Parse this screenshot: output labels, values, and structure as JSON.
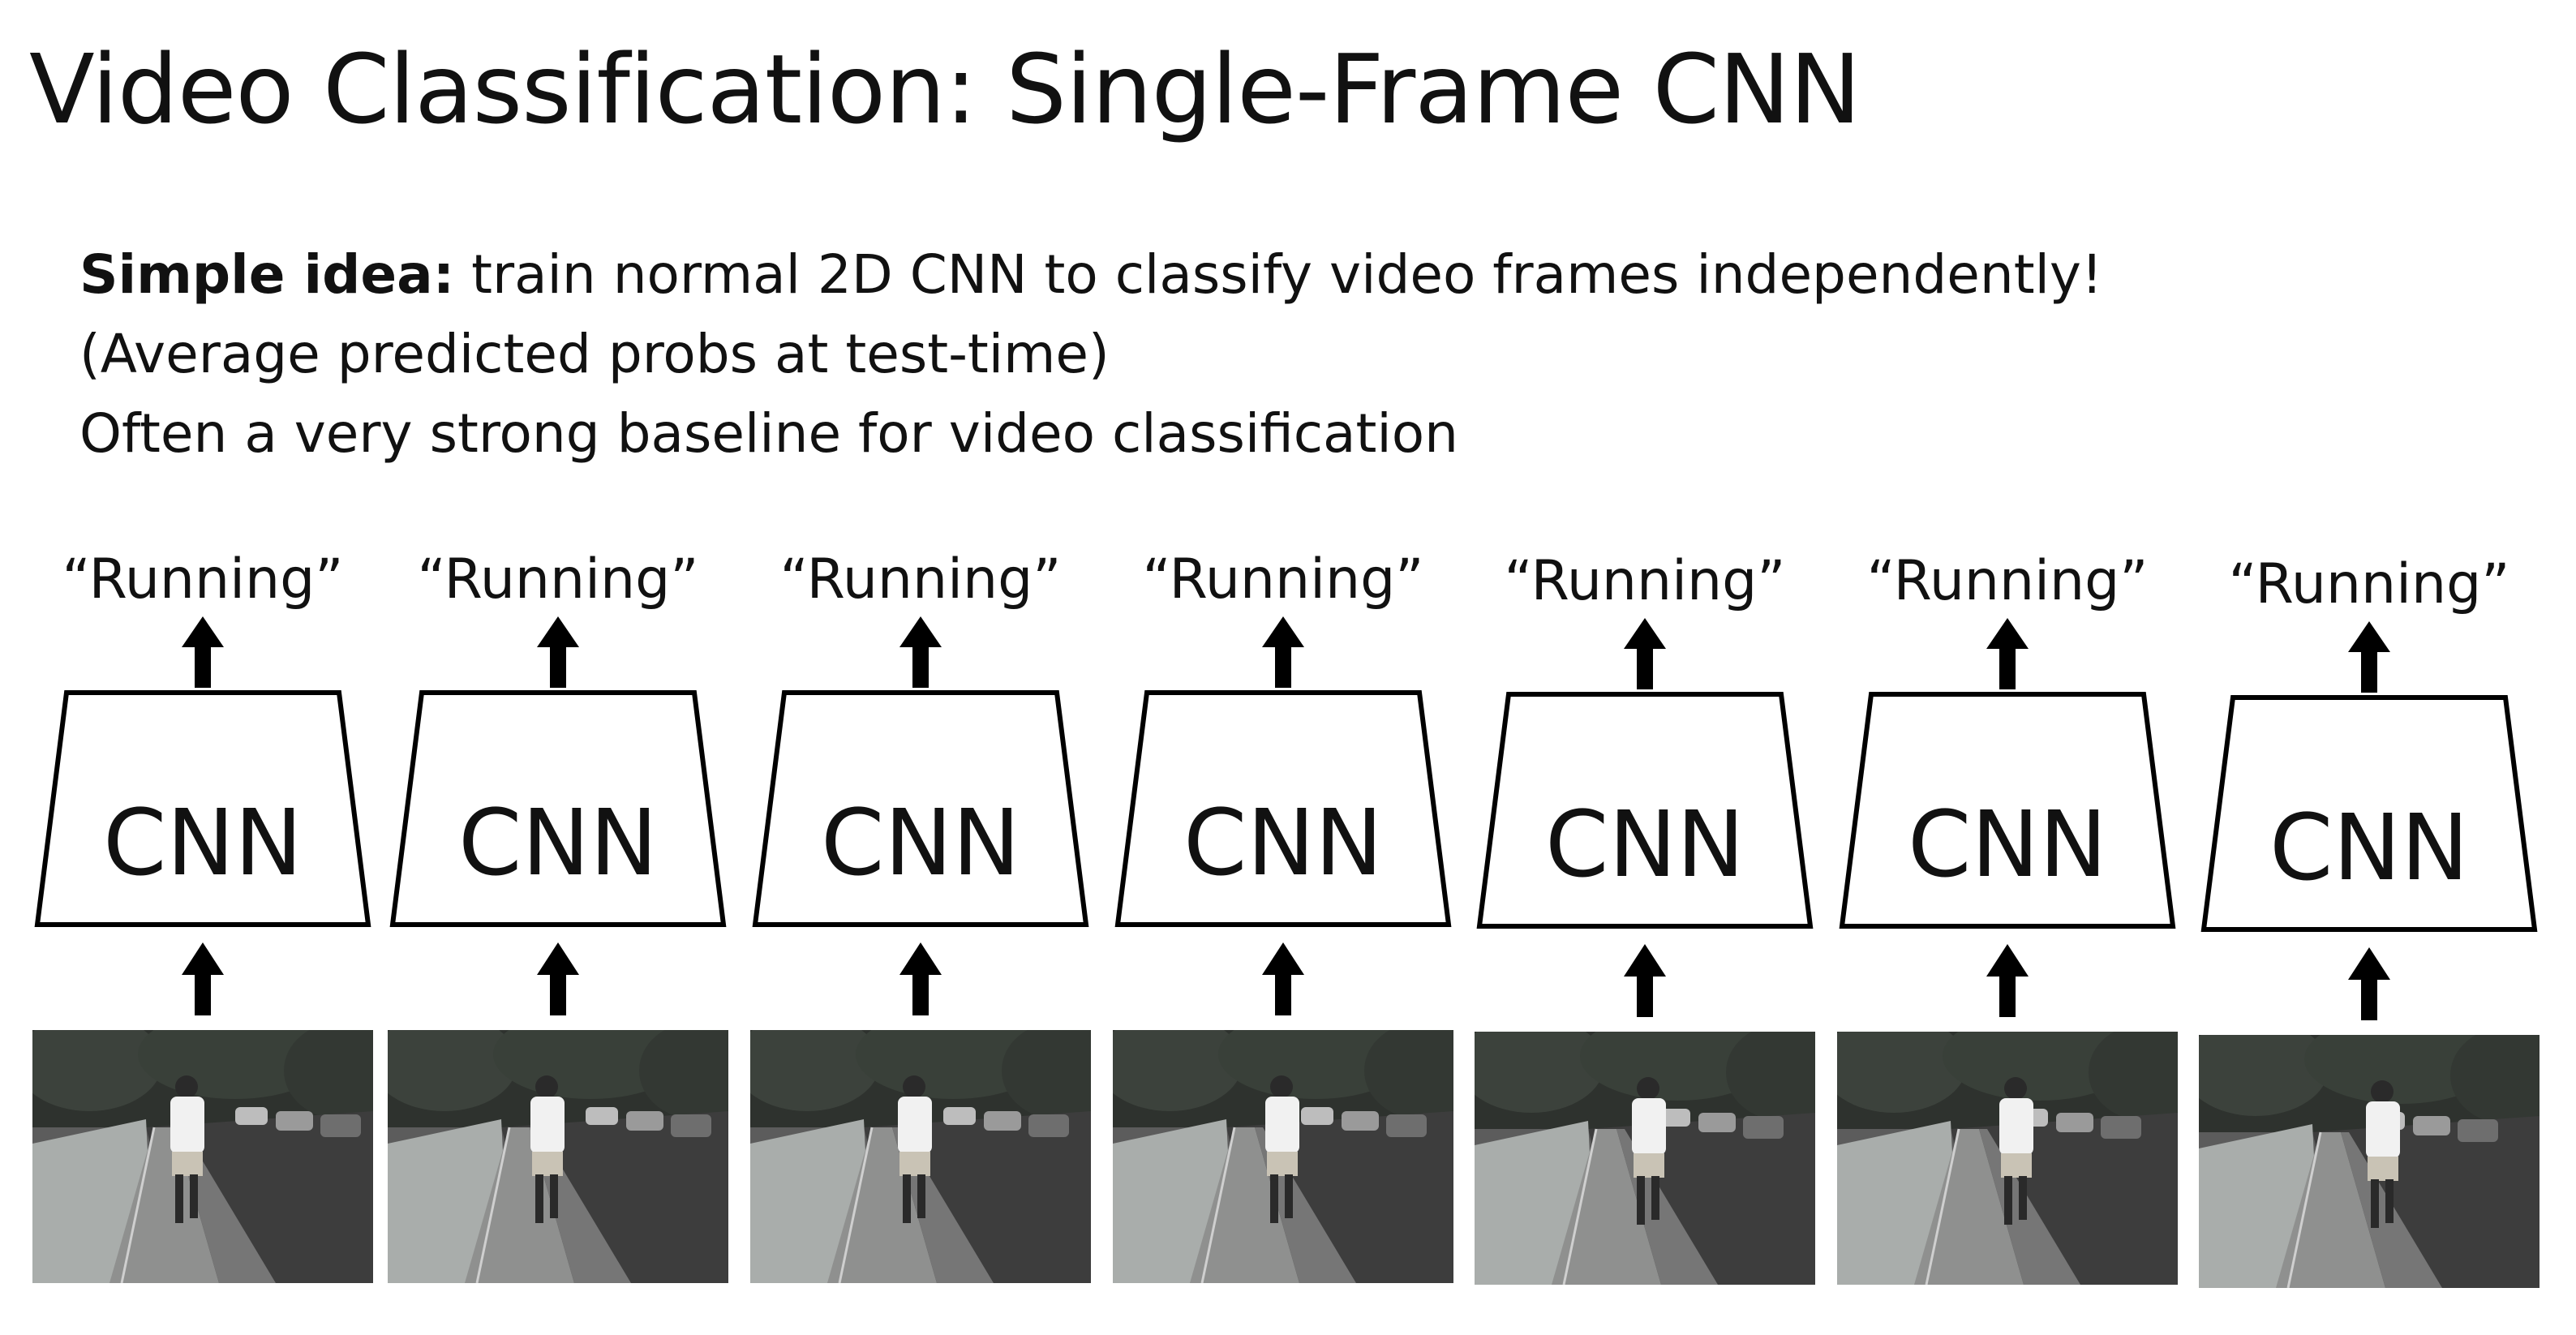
{
  "title": "Video Classification: Single-Frame CNN",
  "bullets": {
    "line1_bold": "Simple idea:",
    "line1_rest": " train normal 2D CNN to classify video frames independently!",
    "line2": "(Average predicted probs at test-time)",
    "line3": "Often a very strong baseline for video classification"
  },
  "columns": [
    {
      "label": "“Running”",
      "box": "CNN"
    },
    {
      "label": "“Running”",
      "box": "CNN"
    },
    {
      "label": "“Running”",
      "box": "CNN"
    },
    {
      "label": "“Running”",
      "box": "CNN"
    },
    {
      "label": "“Running”",
      "box": "CNN"
    },
    {
      "label": "“Running”",
      "box": "CNN"
    },
    {
      "label": "“Running”",
      "box": "CNN"
    }
  ],
  "colors": {
    "ink": "#000000",
    "background": "#ffffff"
  }
}
